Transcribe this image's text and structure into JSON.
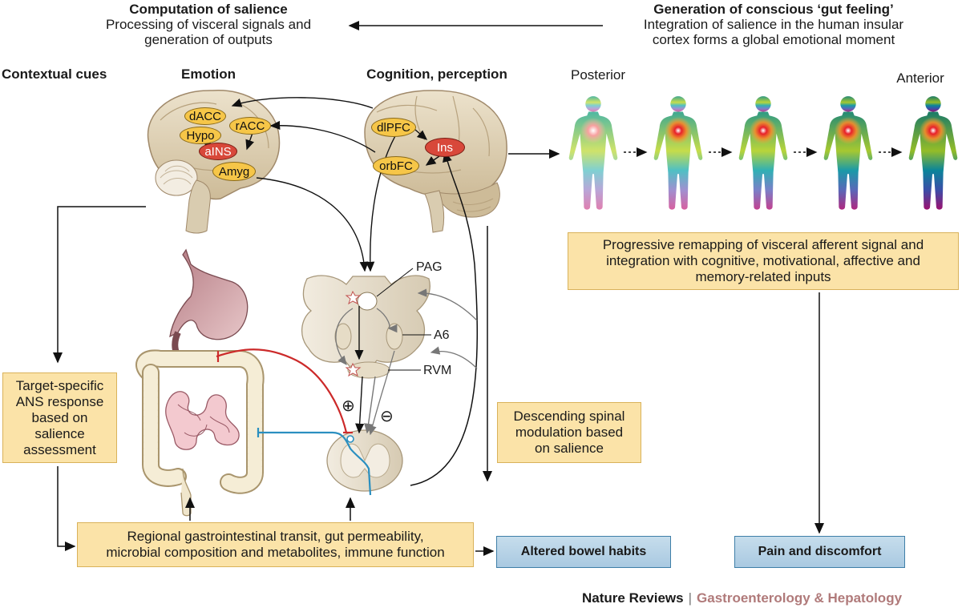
{
  "header": {
    "salience_title": "Computation of salience",
    "salience_line1": "Processing of visceral signals and",
    "salience_line2": "generation of outputs",
    "gut_title": "Generation of conscious ‘gut feeling’",
    "gut_line1": "Integration of salience in the human insular",
    "gut_line2": "cortex forms a global emotional moment"
  },
  "columns": {
    "contextual": "Contextual cues",
    "emotion": "Emotion",
    "cognition": "Cognition, perception",
    "posterior": "Posterior",
    "anterior": "Anterior"
  },
  "regions": {
    "dacc": "dACC",
    "hypo": "Hypo",
    "racc": "rACC",
    "ains": "aINS",
    "amyg": "Amyg",
    "dlpfc": "dlPFC",
    "ins": "Ins",
    "orbfc": "orbFC"
  },
  "brainstem": {
    "pag": "PAG",
    "a6": "A6",
    "rvm": "RVM",
    "plus": "⊕",
    "minus": "⊖"
  },
  "boxes": {
    "ans_l1": "Target-specific",
    "ans_l2": "ANS response",
    "ans_l3": "based on",
    "ans_l4": "salience",
    "ans_l5": "assessment",
    "desc_l1": "Descending spinal",
    "desc_l2": "modulation based",
    "desc_l3": "on salience",
    "remap_l1": "Progressive remapping of visceral afferent signal and",
    "remap_l2": "integration with cognitive, motivational, affective and",
    "remap_l3": "memory-related inputs",
    "regional_l1": "Regional gastrointestinal transit, gut permeability,",
    "regional_l2": "microbial composition and metabolites, immune function",
    "bowel": "Altered bowel habits",
    "pain": "Pain and discomfort"
  },
  "footer": {
    "publisher": "Nature Reviews",
    "journal": "Gastroenterology & Hepatology"
  },
  "colors": {
    "box_fill": "#fbe3a8",
    "blue_box": "#b4d0e5",
    "region_pill": "#f6c648",
    "insula_red": "#d8483a",
    "efferent_red": "#cc2a2a",
    "afferent_blue": "#2a8fc0",
    "journal_pink": "#b07a7a"
  }
}
